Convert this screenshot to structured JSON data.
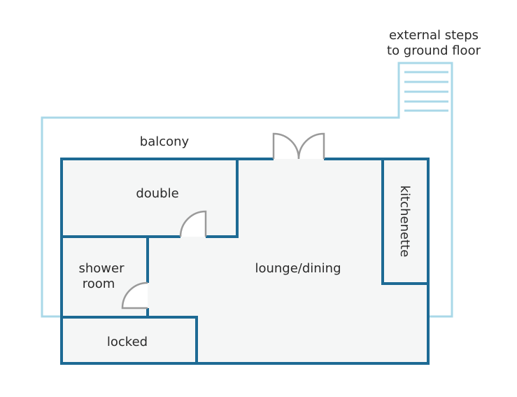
{
  "labels": {
    "steps_line1": "external steps",
    "steps_line2": "to ground floor",
    "balcony": "balcony",
    "double": "double",
    "kitchenette": "kitchenette",
    "shower_line1": "shower",
    "shower_line2": "room",
    "lounge": "lounge/dining",
    "locked": "locked"
  },
  "colors": {
    "wall": "#1d6a94",
    "balcony_outline": "#a9d8e8",
    "floor": "#f5f6f6",
    "door": "#9a9a9a",
    "text": "#2b2b2b"
  }
}
